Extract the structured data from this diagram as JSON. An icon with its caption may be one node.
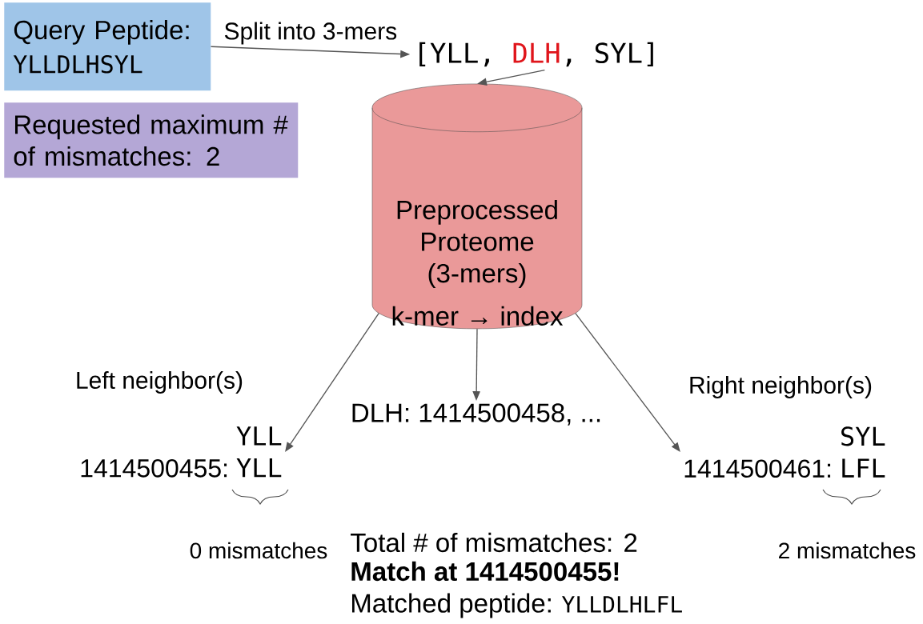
{
  "diagram": {
    "nodes": [
      {
        "text": [
          "Query Peptide:",
          "YLLDLHSYL"
        ]
      },
      {
        "text": [
          "[YLL,",
          "DLH",
          ", SYL]"
        ]
      },
      {
        "text": [
          "Requested maximum # of mismatches: 2"
        ]
      },
      {
        "text": [
          "Preprocessed Proteome (3-mers)",
          "k-mer → index"
        ]
      },
      {
        "text": [
          "YLL",
          "1414500455:",
          "YLL"
        ],
        "beside": [
          "Left neighbor(s)"
        ]
      },
      {
        "text": [
          "DLH: 1414500458, ..."
        ]
      },
      {
        "text": [
          "SYL",
          "1414500461:",
          "LFL"
        ],
        "beside": [
          "Right neighbor(s)"
        ]
      }
    ],
    "edges": [
      {
        "from": 0,
        "to": 1,
        "arrow": "to",
        "label": "Split into 3-mers"
      },
      {
        "from": 1,
        "to": 3,
        "arrow": "to"
      },
      {
        "from": 3,
        "to": 4,
        "arrow": "to"
      },
      {
        "from": 3,
        "to": 5,
        "arrow": "to"
      },
      {
        "from": 3,
        "to": 6,
        "arrow": "to"
      }
    ],
    "labels": [
      "0 mismatches",
      "Total # of mismatches: 2",
      "2 mismatches",
      "Match at 1414500455!",
      "Matched peptide:",
      "YLLDLHLFL"
    ]
  }
}
